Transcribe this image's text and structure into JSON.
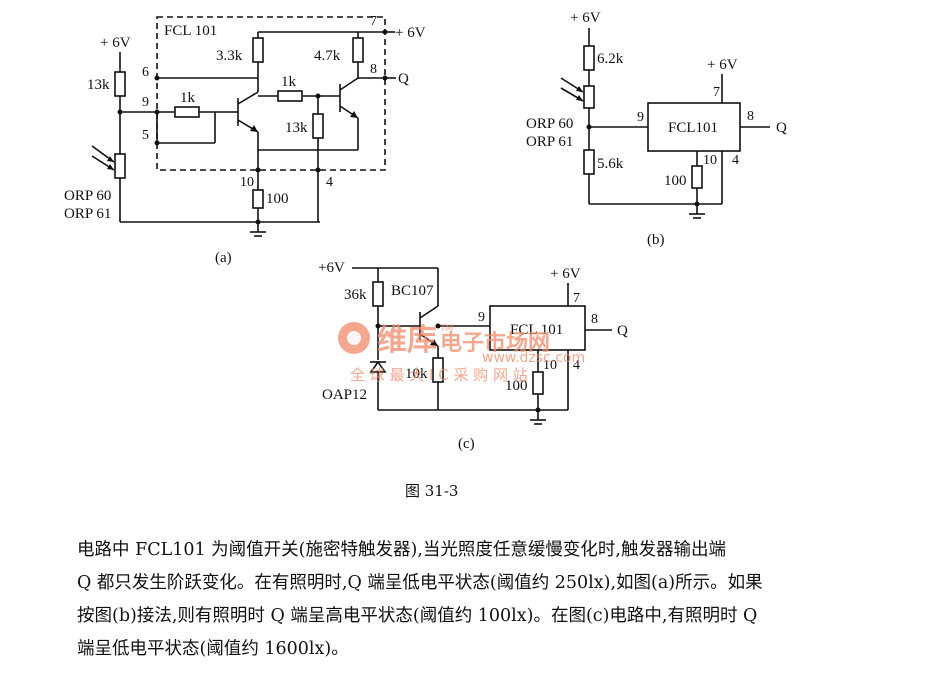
{
  "diagram_a": {
    "label": "(a)",
    "chip": "FCL 101",
    "supply_left": "+ 6V",
    "supply_right": "+ 6V",
    "r_3k3": "3.3k",
    "r_4k7": "4.7k",
    "r_1k_top": "1k",
    "r_1k_in": "1k",
    "r_13k_in": "13k",
    "r_13k_ldr": "13k",
    "r_100": "100",
    "pin6": "6",
    "pin7": "7",
    "pin8": "8",
    "pin9": "9",
    "pin5": "5",
    "pin10": "10",
    "pin4": "4",
    "output": "Q",
    "ldr1": "ORP 60",
    "ldr2": "ORP 61"
  },
  "diagram_b": {
    "label": "(b)",
    "chip": "FCL101",
    "supply_top": "+ 6V",
    "supply_chip": "+ 6V",
    "r_6k2": "6.2k",
    "r_5k6": "5.6k",
    "r_100": "100",
    "pin7": "7",
    "pin8": "8",
    "pin9": "9",
    "pin10": "10",
    "pin4": "4",
    "output": "Q",
    "ldr1": "ORP 60",
    "ldr2": "ORP 61"
  },
  "diagram_c": {
    "label": "(c)",
    "chip": "FCL 101",
    "supply_left": "+6V",
    "supply_chip": "+ 6V",
    "r_36k": "36k",
    "transistor": "BC107",
    "r_10k": "10k",
    "r_100": "100",
    "pin7": "7",
    "pin8": "8",
    "pin9": "9",
    "pin10": "10",
    "pin4": "4",
    "output": "Q",
    "photodiode": "OAP12"
  },
  "watermark": {
    "brand": "维库",
    "brand2": "电子市场网",
    "url": "www.dzsc.com",
    "slogan": "全 球 最 大 I C 采 购 网 站",
    "tm": "TM"
  },
  "caption": "图 31-3",
  "description": [
    "电路中 FCL101 为阈值开关(施密特触发器),当光照度任意缓慢变化时,触发器输出端",
    "Q 都只发生阶跃变化。在有照明时,Q 端呈低电平状态(阈值约 250lx),如图(a)所示。如果",
    "按图(b)接法,则有照明时 Q 端呈高电平状态(阈值约 100lx)。在图(c)电路中,有照明时 Q",
    "端呈低电平状态(阈值约 1600lx)。"
  ]
}
